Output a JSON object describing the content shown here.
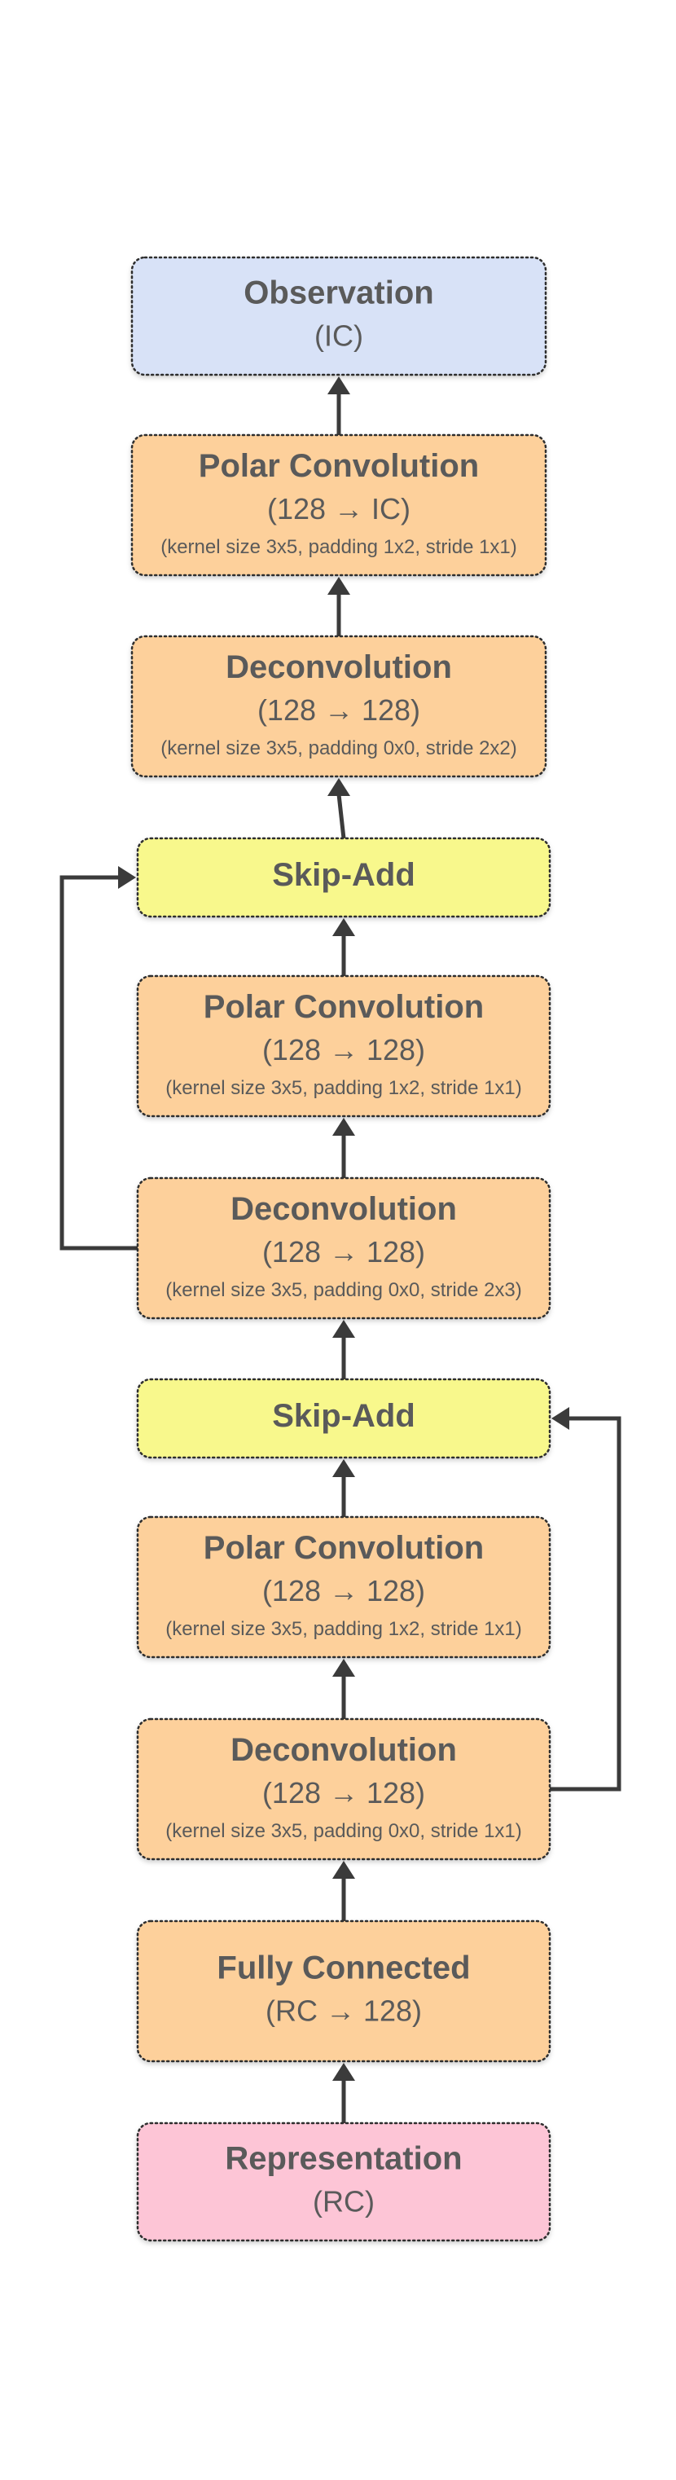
{
  "colors": {
    "observation": "#d8e2f7",
    "layer": "#fdd09b",
    "skip": "#f8f88c",
    "representation": "#fdc5d6",
    "edge": "#3b3b3b",
    "text": "#5a5a5a"
  },
  "nodes": [
    {
      "id": "observation",
      "kind": "observation",
      "title": "Observation",
      "sub": "(IC)",
      "detail": ""
    },
    {
      "id": "polar-conv-1",
      "kind": "layer",
      "title": "Polar Convolution",
      "sub": "(128 → IC)",
      "detail": "(kernel size 3x5, padding 1x2, stride 1x1)"
    },
    {
      "id": "deconv-1",
      "kind": "layer",
      "title": "Deconvolution",
      "sub": "(128 → 128)",
      "detail": "(kernel size 3x5, padding 0x0, stride 2x2)"
    },
    {
      "id": "skip-add-1",
      "kind": "skip",
      "title": "Skip-Add",
      "sub": "",
      "detail": ""
    },
    {
      "id": "polar-conv-2",
      "kind": "layer",
      "title": "Polar Convolution",
      "sub": "(128 → 128)",
      "detail": "(kernel size 3x5, padding 1x2, stride 1x1)"
    },
    {
      "id": "deconv-2",
      "kind": "layer",
      "title": "Deconvolution",
      "sub": "(128 → 128)",
      "detail": "(kernel size 3x5, padding 0x0, stride 2x3)"
    },
    {
      "id": "skip-add-2",
      "kind": "skip",
      "title": "Skip-Add",
      "sub": "",
      "detail": ""
    },
    {
      "id": "polar-conv-3",
      "kind": "layer",
      "title": "Polar Convolution",
      "sub": "(128 → 128)",
      "detail": "(kernel size 3x5, padding 1x2, stride 1x1)"
    },
    {
      "id": "deconv-3",
      "kind": "layer",
      "title": "Deconvolution",
      "sub": "(128 → 128)",
      "detail": "(kernel size 3x5, padding 0x0, stride 1x1)"
    },
    {
      "id": "fully-connected",
      "kind": "layer",
      "title": "Fully Connected",
      "sub": "(RC → 128)",
      "detail": ""
    },
    {
      "id": "representation",
      "kind": "representation",
      "title": "Representation",
      "sub": "(RC)",
      "detail": ""
    }
  ],
  "edges": [
    {
      "from": "representation",
      "to": "fully-connected",
      "route": "straight"
    },
    {
      "from": "fully-connected",
      "to": "deconv-3",
      "route": "straight"
    },
    {
      "from": "deconv-3",
      "to": "polar-conv-3",
      "route": "straight"
    },
    {
      "from": "polar-conv-3",
      "to": "skip-add-2",
      "route": "straight"
    },
    {
      "from": "skip-add-2",
      "to": "deconv-2",
      "route": "straight"
    },
    {
      "from": "deconv-2",
      "to": "polar-conv-2",
      "route": "straight"
    },
    {
      "from": "polar-conv-2",
      "to": "skip-add-1",
      "route": "straight"
    },
    {
      "from": "skip-add-1",
      "to": "deconv-1",
      "route": "straight"
    },
    {
      "from": "deconv-1",
      "to": "polar-conv-1",
      "route": "straight"
    },
    {
      "from": "polar-conv-1",
      "to": "observation",
      "route": "straight"
    },
    {
      "from": "deconv-3",
      "to": "skip-add-2",
      "route": "bypass-right"
    },
    {
      "from": "deconv-2",
      "to": "skip-add-1",
      "route": "bypass-left"
    }
  ]
}
